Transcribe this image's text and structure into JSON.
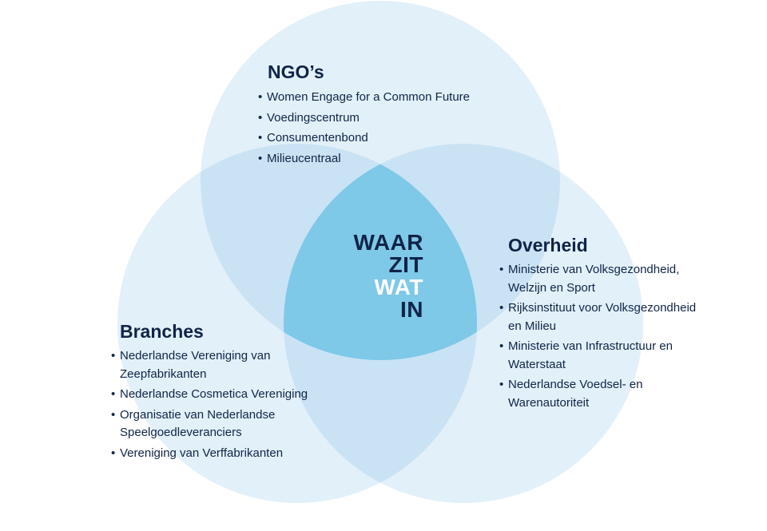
{
  "groups": {
    "ngo": {
      "title": "NGO’s",
      "items": [
        "Women Engage for a Common Future",
        "Voedingscentrum",
        "Consumentenbond",
        "Milieucentraal"
      ]
    },
    "overheid": {
      "title": "Overheid",
      "items": [
        "Ministerie van Volksgezondheid, Welzijn en Sport",
        "Rijksinstituut voor Volksgezondheid en Milieu",
        "Ministerie van Infrastructuur en Waterstaat",
        "Nederlandse Voedsel- en Warenautoriteit"
      ]
    },
    "branches": {
      "title": "Branches",
      "items": [
        "Nederlandse Vereniging van Zeepfabrikanten",
        "Nederlandse Cosmetica Vereniging",
        "Organisatie van Nederlandse Speelgoedleveranciers",
        "Vereniging van Verffabrikanten"
      ]
    }
  },
  "logo": {
    "words": [
      "WAAR",
      "ZIT",
      "WAT",
      "IN"
    ]
  },
  "colors": {
    "circle_fill": "#4aa3d8",
    "center_fill": "#7ec8e8",
    "text_dark": "#0f2447",
    "text_light": "#ffffff"
  }
}
